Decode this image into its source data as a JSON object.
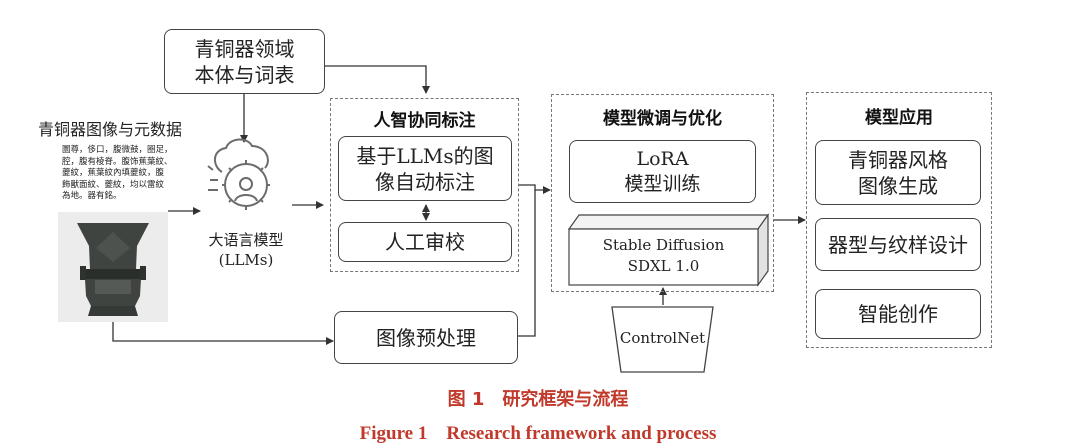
{
  "ontology_box": {
    "line1": "青铜器领域",
    "line2": "本体与词表"
  },
  "image_meta": {
    "title": "青铜器图像与元数据",
    "description_lines": [
      "圜尊，侈口，腹微鼓，圈足，",
      "腔，腹有棱脊。腹饰蕉葉紋、",
      "夔紋，蕉葉紋內填夔紋，腹",
      "飾獸面紋、夔紋，均以雷紋",
      "為地。器有銘。"
    ]
  },
  "llm": {
    "icon": "brain-gear-person-icon",
    "label_line1": "大语言模型",
    "label_line2": "(LLMs)"
  },
  "annotation": {
    "title": "人智协同标注",
    "auto_line1": "基于LLMs的图",
    "auto_line2": "像自动标注",
    "manual": "人工审校"
  },
  "preprocess": {
    "label": "图像预处理"
  },
  "finetune": {
    "title": "模型微调与优化",
    "lora_line1": "LoRA",
    "lora_line2": "模型训练",
    "sd_line1": "Stable Diffusion",
    "sd_line2": "SDXL 1.0",
    "controlnet": "ControlNet"
  },
  "application": {
    "title": "模型应用",
    "item1_line1": "青铜器风格",
    "item1_line2": "图像生成",
    "item2": "器型与纹样设计",
    "item3": "智能创作"
  },
  "caption": {
    "cn": "图 1　研究框架与流程",
    "en": "Figure 1　Research framework and process"
  },
  "colors": {
    "caption": "#c0392b",
    "lines": "#333333",
    "dashed_border": "#777777"
  }
}
